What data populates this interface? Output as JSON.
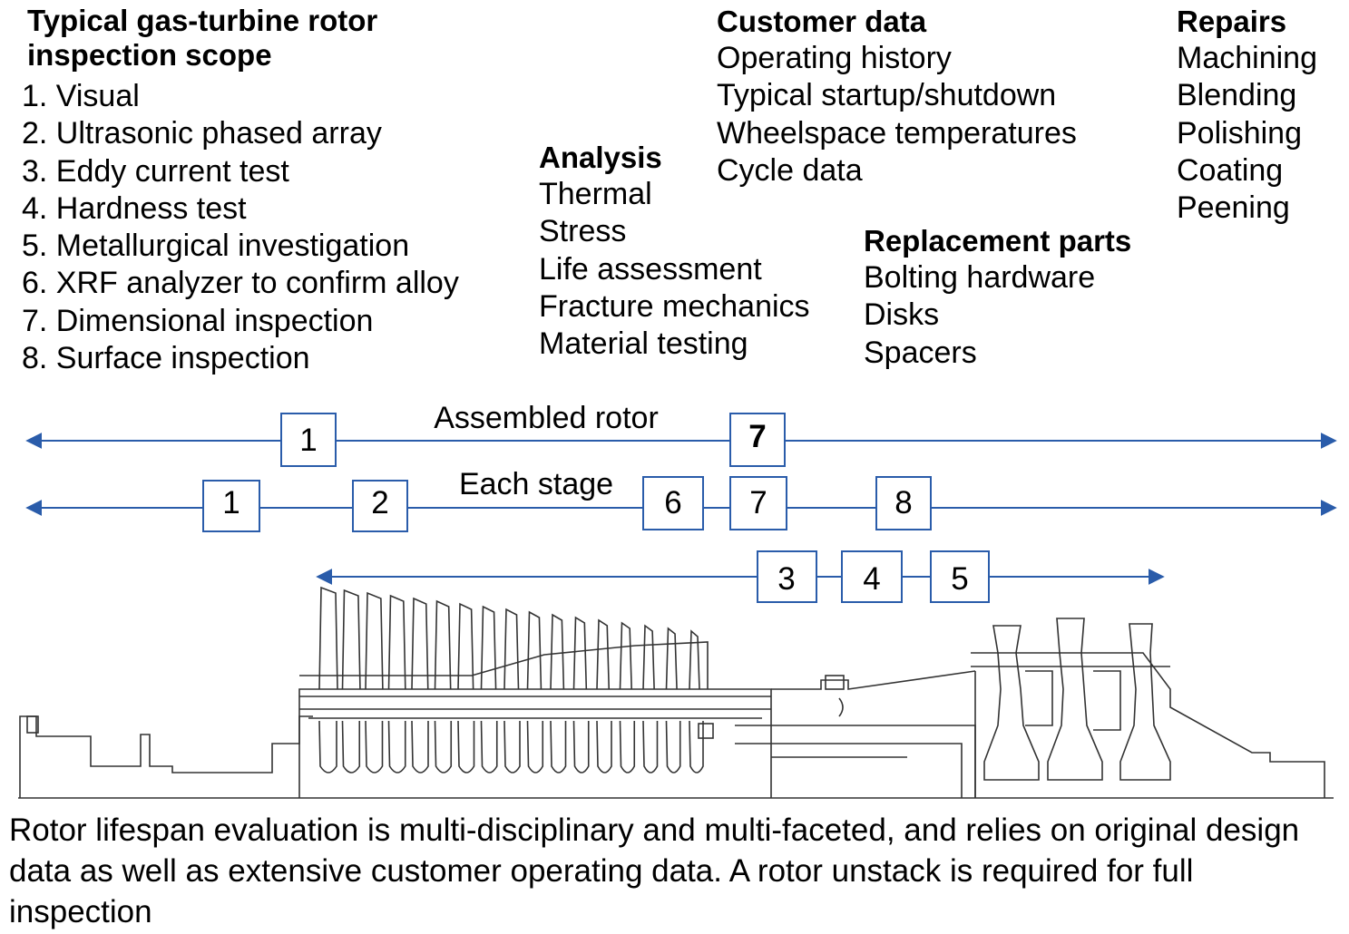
{
  "scope": {
    "title": "Typical gas-turbine rotor inspection scope",
    "items": [
      "1. Visual",
      "2. Ultrasonic phased array",
      "3. Eddy current test",
      "4. Hardness test",
      "5. Metallurgical investigation",
      "6. XRF analyzer to confirm alloy",
      "7. Dimensional inspection",
      "8. Surface inspection"
    ]
  },
  "analysis": {
    "title": "Analysis",
    "items": [
      "Thermal",
      "Stress",
      "Life assessment",
      "Fracture mechanics",
      "Material testing"
    ]
  },
  "customer": {
    "title": "Customer data",
    "items": [
      "Operating history",
      "Typical startup/shutdown",
      "Wheelspace temperatures",
      "Cycle data"
    ]
  },
  "repairs": {
    "title": "Repairs",
    "items": [
      "Machining",
      "Blending",
      "Polishing",
      "Coating",
      "Peening"
    ]
  },
  "replacement": {
    "title": "Replacement parts",
    "items": [
      "Bolting hardware",
      "Disks",
      "Spacers"
    ]
  },
  "lines": {
    "assembled": {
      "label": "Assembled rotor",
      "boxes": [
        "1",
        "7"
      ]
    },
    "stage": {
      "label": "Each stage",
      "boxes": [
        "1",
        "2",
        "6",
        "7",
        "8"
      ]
    },
    "disk": {
      "boxes": [
        "3",
        "4",
        "5"
      ]
    }
  },
  "colors": {
    "line": "#2a5caa",
    "box": "#2a5caa",
    "drawing": "#333333"
  },
  "caption": "Rotor lifespan evaluation is multi-disciplinary and multi-faceted, and relies on original design data as well as extensive customer operating data. A rotor unstack is required for full inspection"
}
